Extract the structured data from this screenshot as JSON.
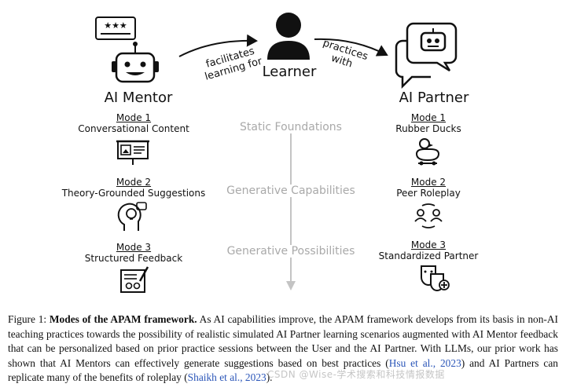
{
  "figure": {
    "mentor": {
      "title": "AI Mentor",
      "modes": [
        {
          "label": "Mode 1",
          "name": "Conversational Content",
          "icon": "presentation-board-icon"
        },
        {
          "label": "Mode 2",
          "name": "Theory-Grounded Suggestions",
          "icon": "lightbulb-head-icon"
        },
        {
          "label": "Mode 3",
          "name": "Structured Feedback",
          "icon": "feedback-form-icon"
        }
      ]
    },
    "learner": {
      "title": "Learner"
    },
    "partner": {
      "title": "AI Partner",
      "modes": [
        {
          "label": "Mode 1",
          "name": "Rubber Ducks",
          "icon": "rubber-duck-icon"
        },
        {
          "label": "Mode 2",
          "name": "Peer Roleplay",
          "icon": "peer-exchange-icon"
        },
        {
          "label": "Mode 3",
          "name": "Standardized Partner",
          "icon": "masks-icon"
        }
      ]
    },
    "arrow_left_label": [
      "facilitates",
      "learning for"
    ],
    "arrow_right_label": [
      "practices",
      "with"
    ],
    "stages": [
      "Static Foundations",
      "Generative Capabilities",
      "Generative Possibilities"
    ]
  },
  "caption": {
    "prefix": "Figure 1: ",
    "bold": "Modes of the APAM framework.",
    "text_1": " As AI capabilities improve, the APAM framework develops from its basis in non-AI teaching practices towards the possibility of realistic simulated AI Partner learning scenarios augmented with AI Mentor feedback that can be personalized based on prior practice sessions between the User and the AI Partner. With LLMs, our prior work has shown that AI Mentors can effectively generate suggestions based on best practices (",
    "cite_1": "Hsu et al., 2023",
    "text_2": ") and AI Partners can replicate many of the benefits of roleplay (",
    "cite_2": "Shaikh et al., 2023",
    "text_3": ")."
  },
  "watermark": "CSDN @Wise-学术搜索和科技情报数据",
  "colors": {
    "stage_text": "#a9a9a9",
    "citation": "#2a55b8",
    "ink": "#111111"
  }
}
